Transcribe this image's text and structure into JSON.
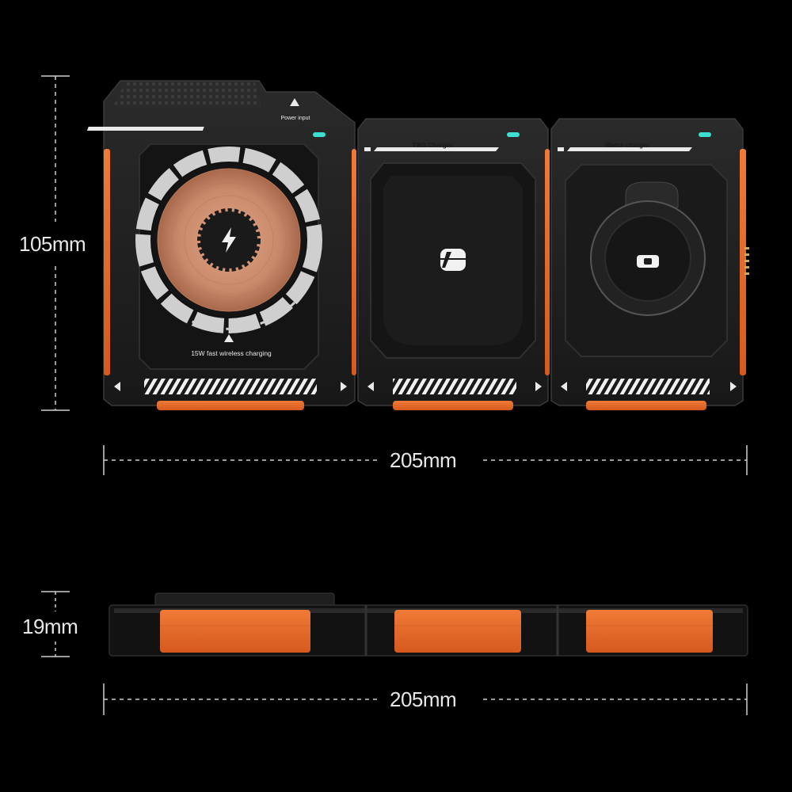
{
  "dimensions": {
    "height": "105mm",
    "width_top": "205mm",
    "thickness": "19mm",
    "width_bottom": "205mm"
  },
  "modules": {
    "power_input_label": "Power input",
    "phone_pad_caption": "15W fast wireless charging",
    "tws_label": "TWS Charger",
    "watch_label": "Watch charger"
  },
  "colors": {
    "background": "#000000",
    "body": "#1f1f1f",
    "accent_orange": "#e8692a",
    "copper_coil": "#c9896b",
    "led_cyan": "#3de0d0"
  },
  "icons": [
    "lightning-icon",
    "earbuds-case-icon",
    "watch-icon",
    "power-arrow-icon"
  ]
}
